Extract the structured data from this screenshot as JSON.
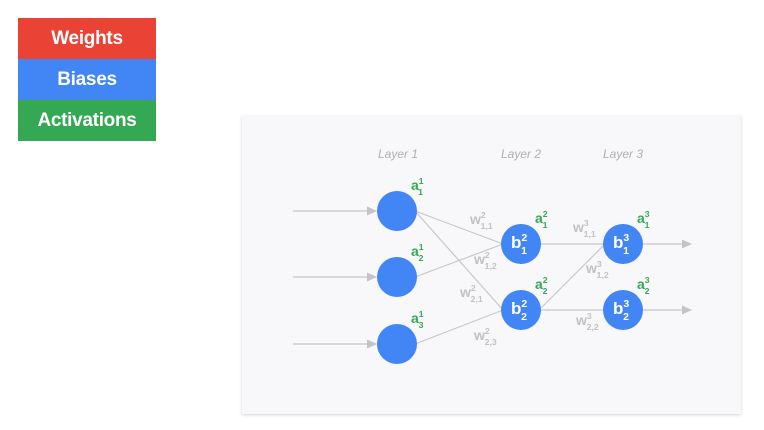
{
  "legend": {
    "items": [
      {
        "label": "Weights",
        "color": "#EA4335"
      },
      {
        "label": "Biases",
        "color": "#4285F4"
      },
      {
        "label": "Activations",
        "color": "#34A853"
      }
    ]
  },
  "diagram": {
    "node_color": "#4285F4",
    "edge_color": "#c8c8cc",
    "layers": [
      {
        "label": "Layer 1",
        "nodes": [
          {
            "activation": {
              "base": "a",
              "sup": "1",
              "sub": "1"
            }
          },
          {
            "activation": {
              "base": "a",
              "sup": "1",
              "sub": "2"
            }
          },
          {
            "activation": {
              "base": "a",
              "sup": "1",
              "sub": "3"
            }
          }
        ]
      },
      {
        "label": "Layer 2",
        "nodes": [
          {
            "bias": {
              "base": "b",
              "sup": "2",
              "sub": "1"
            },
            "activation": {
              "base": "a",
              "sup": "2",
              "sub": "1"
            }
          },
          {
            "bias": {
              "base": "b",
              "sup": "2",
              "sub": "2"
            },
            "activation": {
              "base": "a",
              "sup": "2",
              "sub": "2"
            }
          }
        ]
      },
      {
        "label": "Layer 3",
        "nodes": [
          {
            "bias": {
              "base": "b",
              "sup": "3",
              "sub": "1"
            },
            "activation": {
              "base": "a",
              "sup": "3",
              "sub": "1"
            }
          },
          {
            "bias": {
              "base": "b",
              "sup": "3",
              "sub": "2"
            },
            "activation": {
              "base": "a",
              "sup": "3",
              "sub": "2"
            }
          }
        ]
      }
    ],
    "weights": [
      {
        "base": "w",
        "sup": "2",
        "sub": "1,1"
      },
      {
        "base": "w",
        "sup": "2",
        "sub": "1,2"
      },
      {
        "base": "w",
        "sup": "2",
        "sub": "2,1"
      },
      {
        "base": "w",
        "sup": "2",
        "sub": "2,3"
      },
      {
        "base": "w",
        "sup": "3",
        "sub": "1,1"
      },
      {
        "base": "w",
        "sup": "3",
        "sub": "1,2"
      },
      {
        "base": "w",
        "sup": "3",
        "sub": "2,2"
      }
    ]
  }
}
